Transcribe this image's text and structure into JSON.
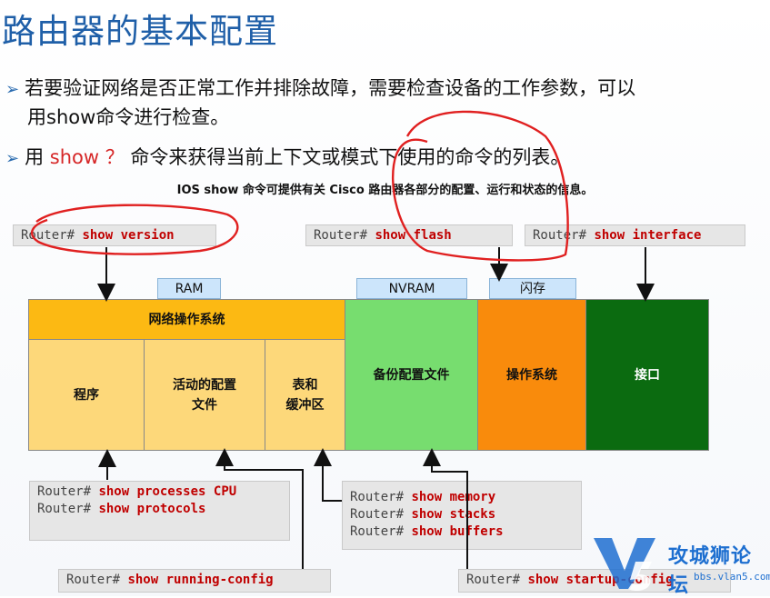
{
  "slide": {
    "title": "路由器的基本配置",
    "bullet1_line1": "若要验证网络是否正常工作并排除故障，需要检查设备的工作参数，可以",
    "bullet1_line2": "用show命令进行检查。",
    "bullet2_pre": "用 ",
    "bullet2_cmd": "show ？",
    "bullet2_post": " 命令来获得当前上下文或模式下使用的命令的列表。",
    "caption": "IOS show 命令可提供有关 Cisco 路由器各部分的配置、运行和状态的信息。"
  },
  "commands": {
    "prompt": "Router#",
    "show_version": "show version",
    "show_flash": "show flash",
    "show_interface": "show interface",
    "show_processes_cpu": "show processes CPU",
    "show_protocols": "show protocols",
    "show_memory": "show memory",
    "show_stacks": "show stacks",
    "show_buffers": "show buffers",
    "show_running_config": "show running-config",
    "show_startup_config": "show startup-config"
  },
  "memory_tags": {
    "ram": "RAM",
    "nvram": "NVRAM",
    "flash": "闪存"
  },
  "blocks": {
    "network_os": "网络操作系统",
    "programs": "程序",
    "active_config_line1": "活动的配置",
    "active_config_line2": "文件",
    "tables_line1": "表和",
    "tables_line2": "缓冲区",
    "backup_config": "备份配置文件",
    "operating_system": "操作系统",
    "interfaces": "接口"
  },
  "watermark": {
    "site_name": "攻城狮论坛",
    "url": "bbs.vlan5.com"
  },
  "colors": {
    "title": "#1f5fa8",
    "keyword": "#c00000",
    "ram_area": "#fdd87a",
    "ram_header": "#fcb913",
    "nvram_area": "#77dd6f",
    "flash_area": "#f98b0c",
    "interface_area": "#0b6b10",
    "tag_blue": "#cce5fb",
    "annotation": "#e02020"
  }
}
